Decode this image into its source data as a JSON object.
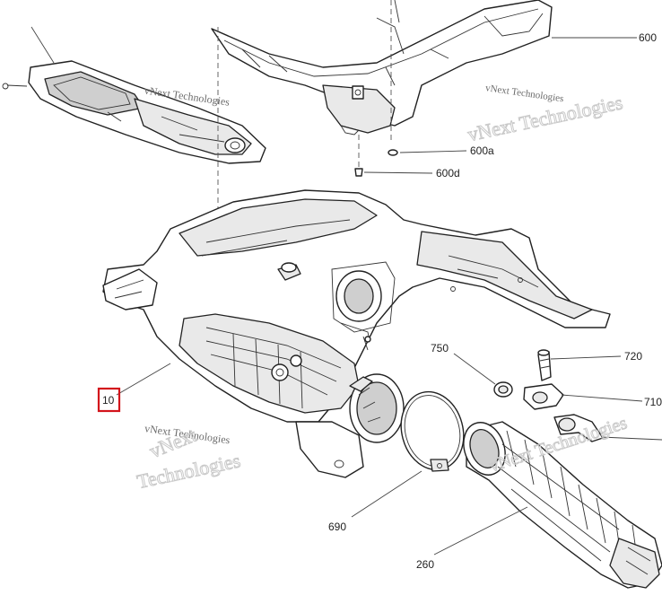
{
  "diagram": {
    "callouts": {
      "c600": "600",
      "c600a": "600a",
      "c600d": "600d",
      "c750": "750",
      "c720": "720",
      "c710": "710",
      "c10": "10",
      "c690": "690",
      "c260": "260"
    },
    "highlighted_callout": "10",
    "highlight_color": "#d3141b",
    "watermarks": {
      "top_center": "vNext Technologies",
      "top_right_outline": "vNext Technologies",
      "top_right_text": "vNext Technologies",
      "bottom_left_text": "vNext Technologies",
      "bottom_left_outline_line1": "vNext",
      "bottom_left_outline_line2": "Technologies",
      "bottom_right_outline": "vNext Technologies"
    }
  }
}
